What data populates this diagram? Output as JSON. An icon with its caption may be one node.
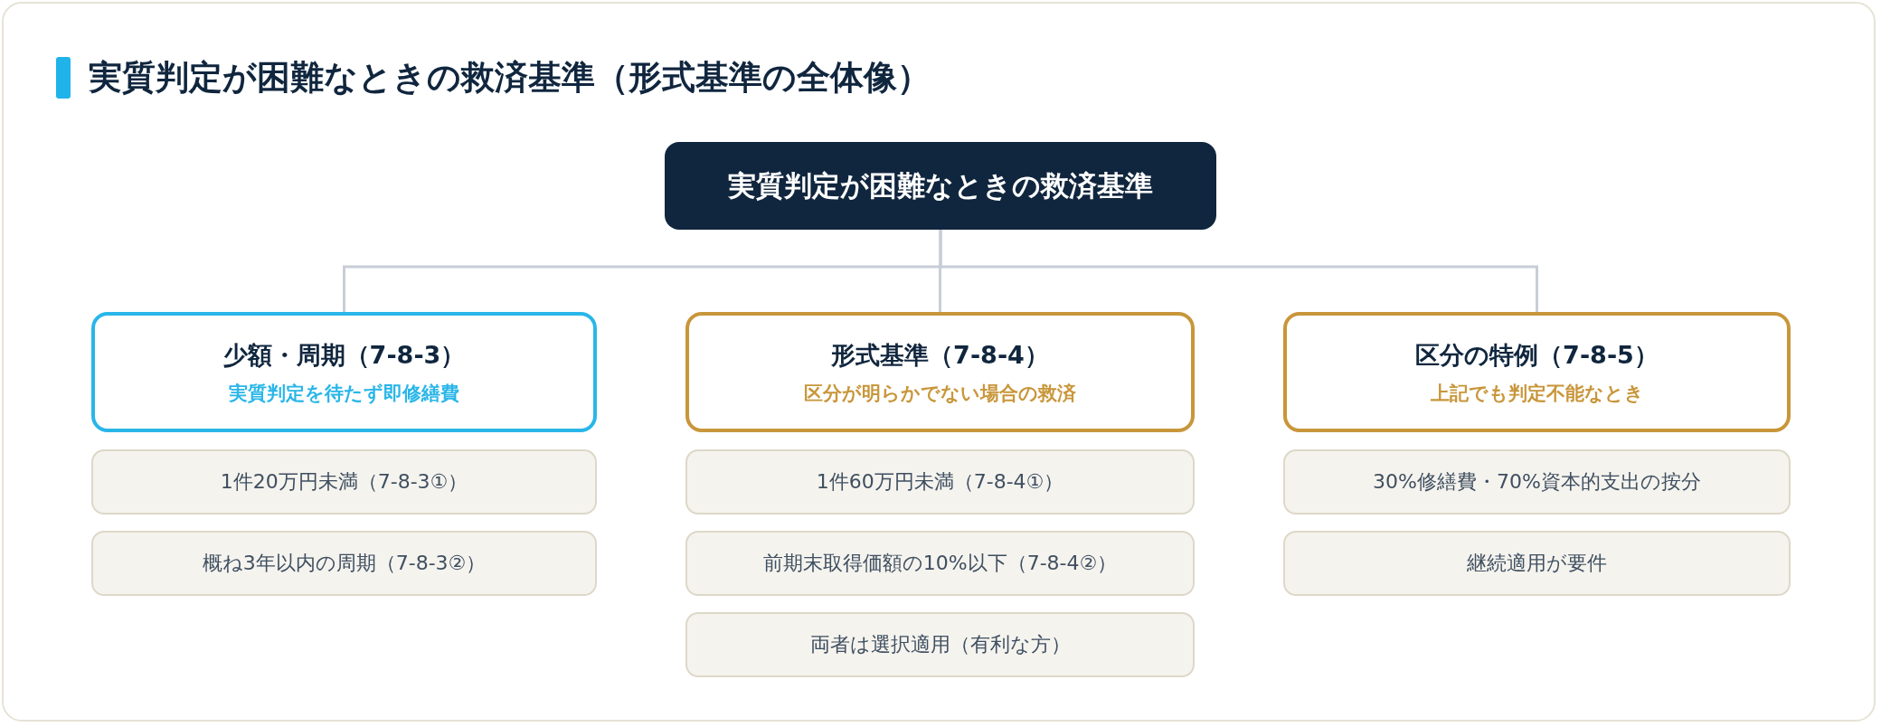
{
  "diagram": {
    "title": "実質判定が困難なときの救済基準（形式基準の全体像）",
    "nodes": [
      {
        "text": [
          "実質判定が困難なときの救済基準"
        ]
      },
      {
        "text": [
          "少額・周期（7-8-3）",
          "実質判定を待たず即修繕費"
        ]
      },
      {
        "text": [
          "形式基準（7-8-4）",
          "区分が明らかでない場合の救済"
        ]
      },
      {
        "text": [
          "区分の特例（7-8-5）",
          "上記でも判定不能なとき"
        ]
      },
      {
        "text": [
          "1件20万円未満（7-8-3①）"
        ]
      },
      {
        "text": [
          "概ね3年以内の周期（7-8-3②）"
        ]
      },
      {
        "text": [
          "1件60万円未満（7-8-4①）"
        ]
      },
      {
        "text": [
          "前期末取得価額の10%以下（7-8-4②）"
        ]
      },
      {
        "text": [
          "両者は選択適用（有利な方）"
        ]
      },
      {
        "text": [
          "30%修繕費・70%資本的支出の按分"
        ]
      },
      {
        "text": [
          "継続適用が要件"
        ]
      }
    ],
    "edges": [
      {
        "from": 0,
        "to": 1,
        "arrow": "none"
      },
      {
        "from": 0,
        "to": 2,
        "arrow": "none"
      },
      {
        "from": 0,
        "to": 3,
        "arrow": "none"
      }
    ]
  }
}
